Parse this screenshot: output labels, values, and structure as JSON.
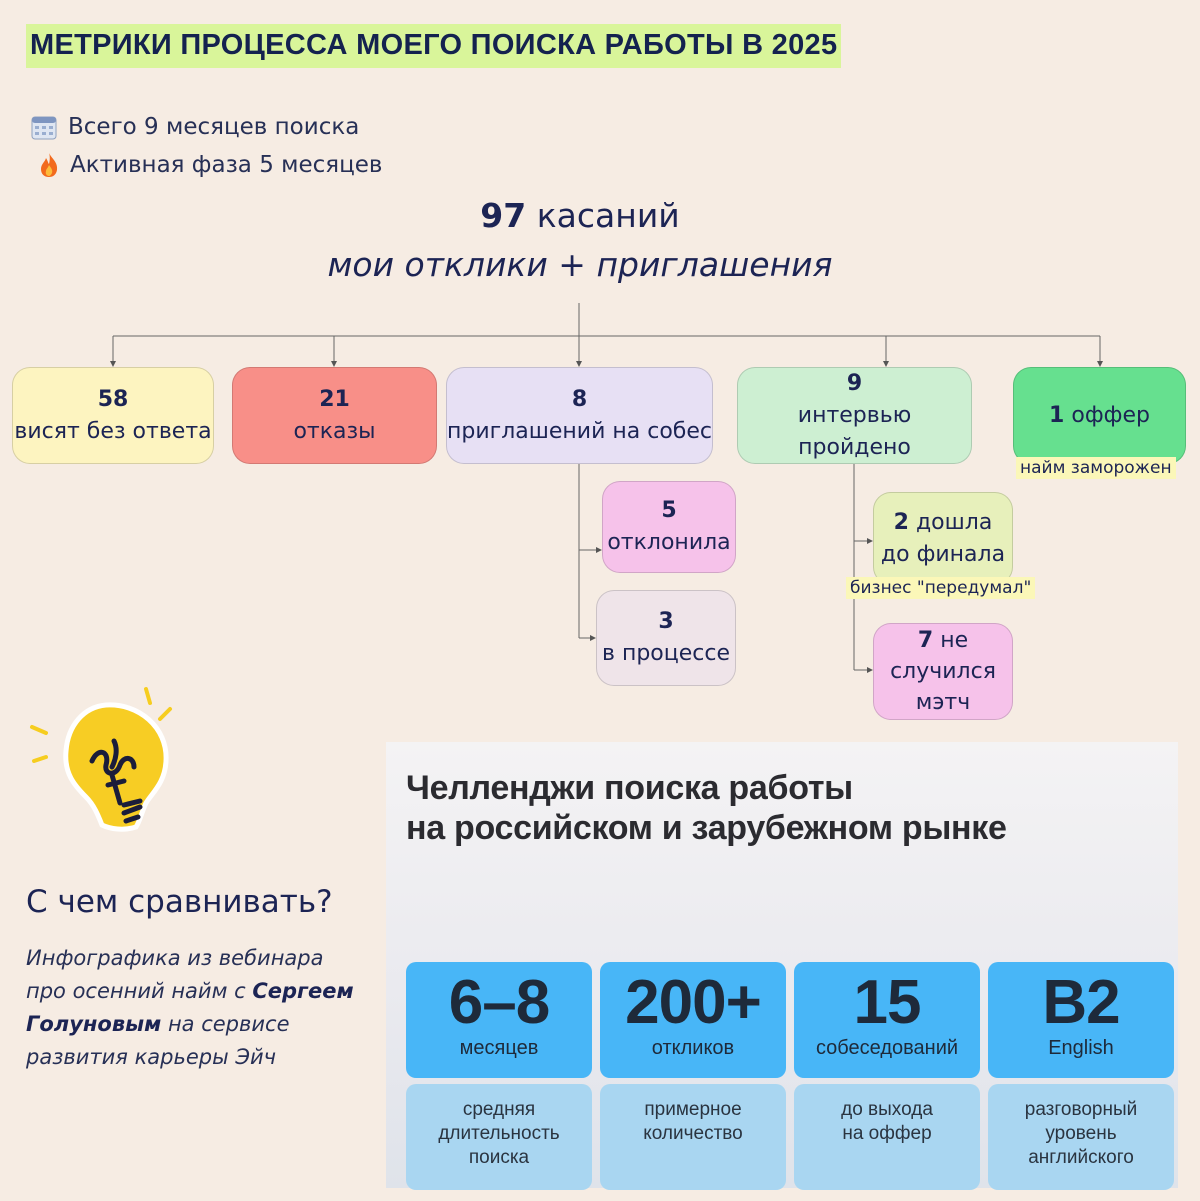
{
  "header": {
    "title": "МЕТРИКИ ПРОЦЕССА МОЕГО ПОИСКА РАБОТЫ В 2025",
    "total_search": "Всего 9 месяцев поиска",
    "active_phase": "Активная фаза 5 месяцев",
    "total_icon": "calendar-icon",
    "active_icon": "fire-icon"
  },
  "touches": {
    "count": "97",
    "count_label": "касаний",
    "subtitle": "мои отклики + приглашения"
  },
  "boxes": {
    "no_answer": {
      "num": "58",
      "label": "висят без ответа",
      "color": "#fdf4c0"
    },
    "rejections": {
      "num": "21",
      "label": "отказы",
      "color": "#f88f88"
    },
    "invitations": {
      "num": "8",
      "label": "приглашений на собес",
      "color": "#e7e0f4"
    },
    "interviews": {
      "num": "9",
      "label": "интервью пройдено",
      "color": "#cdefd2"
    },
    "offer": {
      "num": "1",
      "label": "оффер",
      "note": "найм заморожен",
      "color": "#66e08f"
    },
    "declined": {
      "num": "5",
      "label": "отклонила",
      "color": "#f6c2ea"
    },
    "in_progress": {
      "num": "3",
      "label": "в процессе",
      "color": "#efe4e9"
    },
    "final": {
      "num": "2",
      "label_a": "дошла",
      "label_b": "до финала",
      "note": "бизнес \"передумал\"",
      "color": "#e7f0bb"
    },
    "no_match": {
      "num": "7",
      "label_a": "не",
      "label_b": "случился",
      "label_c": "мэтч",
      "color": "#f6c2ea"
    }
  },
  "compare": {
    "heading": "С чем сравнивать?",
    "text_a": "Инфографика из вебинара про осенний найм с ",
    "text_name": "Сергеем Голуновым",
    "text_b": " на сервисе развития карьеры Эйч"
  },
  "panel": {
    "title_line1": "Челленджи поиска работы",
    "title_line2": "на российском и зарубежном рынке",
    "cards": [
      {
        "big": "6–8",
        "unit": "месяцев",
        "desc": [
          "средняя",
          "длительность",
          "поиска"
        ]
      },
      {
        "big": "200+",
        "unit": "откликов",
        "desc": [
          "примерное",
          "количество"
        ]
      },
      {
        "big": "15",
        "unit": "собеседований",
        "desc": [
          "до выхода",
          "на оффер"
        ]
      },
      {
        "big": "B2",
        "unit": "English",
        "desc": [
          "разговорный",
          "уровень",
          "английского"
        ]
      }
    ],
    "card_color": "#48b6f7",
    "card_desc_color": "#a9d6f1"
  },
  "decor": {
    "bulb_icon": "lightbulb-icon"
  }
}
